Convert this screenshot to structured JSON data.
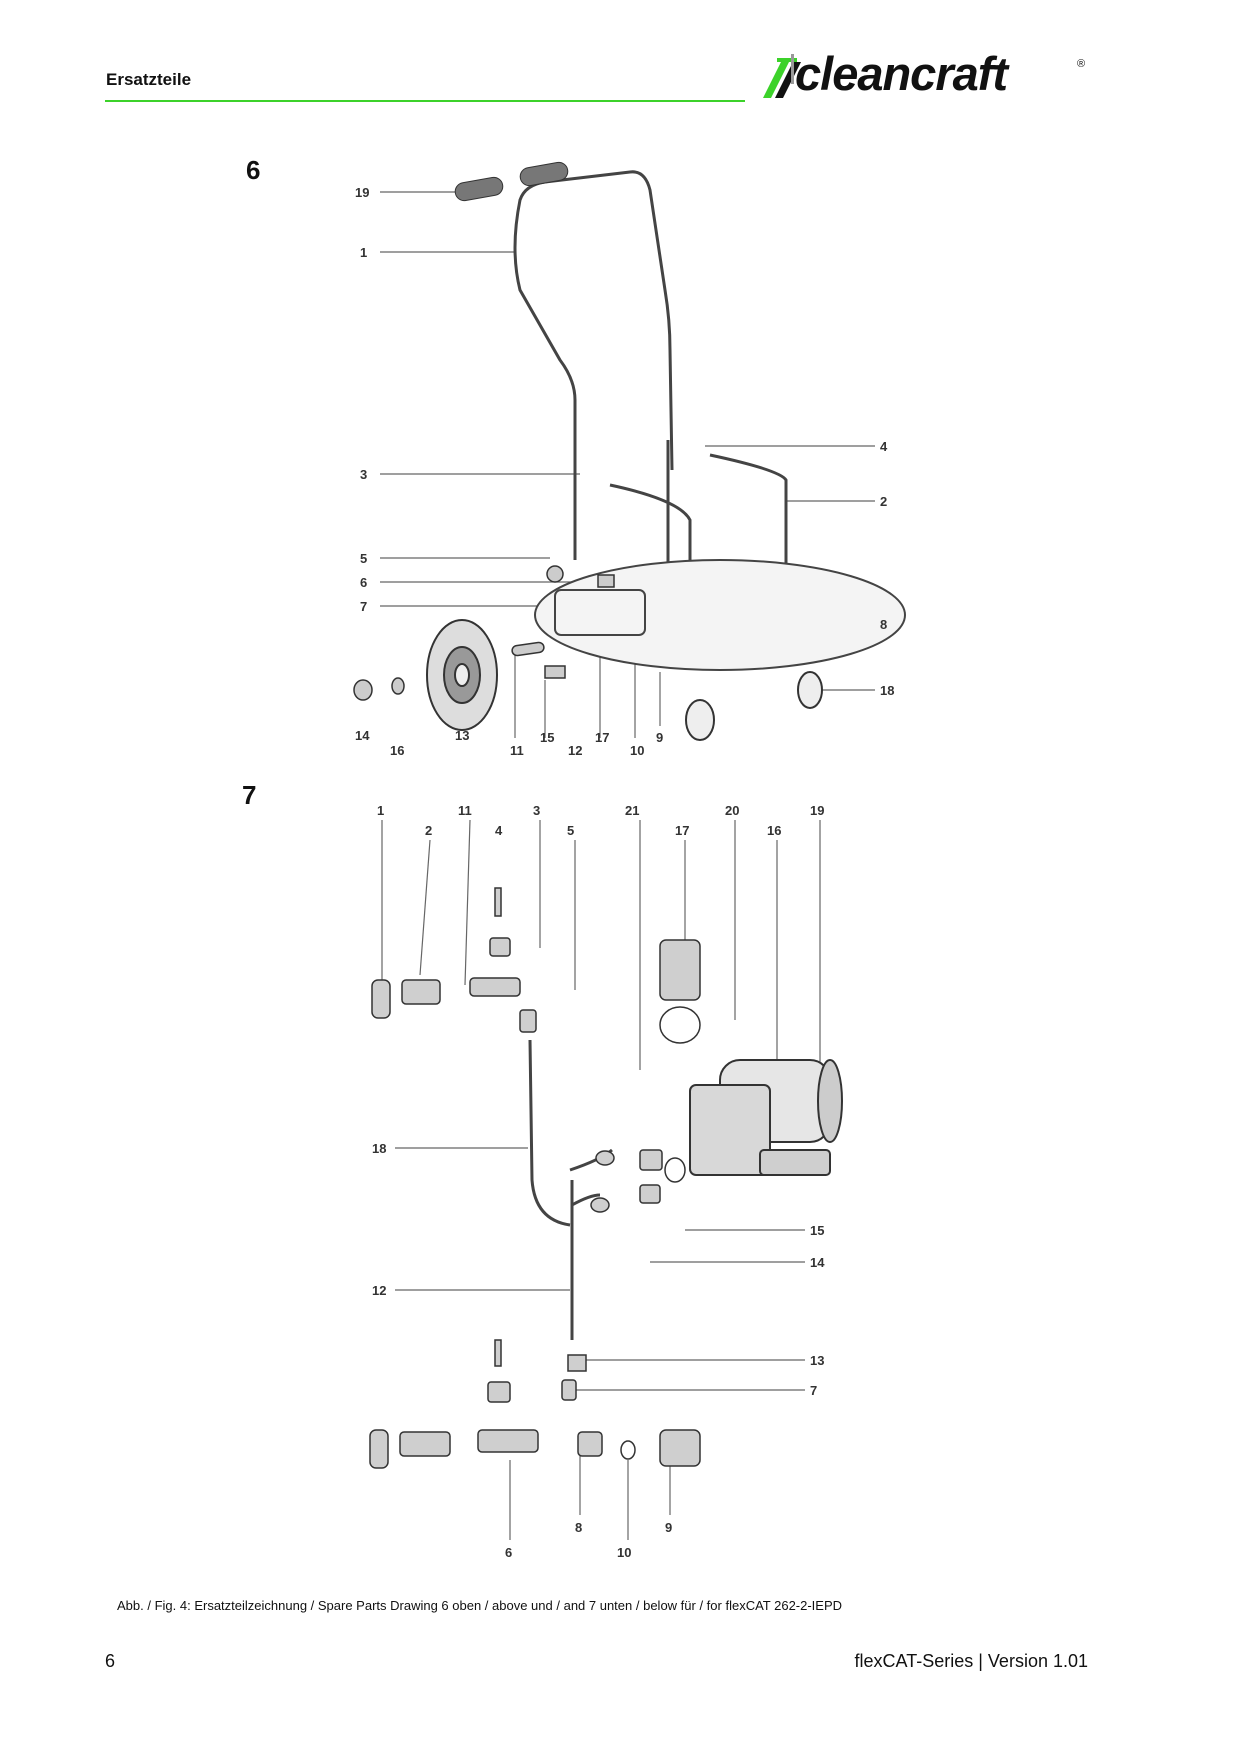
{
  "header": {
    "section_title": "Ersatzteile",
    "logo_text": "cleancraft",
    "logo_mark": "®"
  },
  "colors": {
    "brand_green": "#3cd22a",
    "line": "#555555"
  },
  "figure6": {
    "number": "6",
    "callouts": [
      "19",
      "1",
      "4",
      "3",
      "2",
      "5",
      "6",
      "7",
      "8",
      "18",
      "14",
      "16",
      "13",
      "11",
      "15",
      "12",
      "17",
      "10",
      "9"
    ]
  },
  "figure7": {
    "number": "7",
    "callouts": [
      "1",
      "11",
      "3",
      "21",
      "20",
      "19",
      "2",
      "4",
      "5",
      "17",
      "16",
      "18",
      "15",
      "14",
      "12",
      "13",
      "7",
      "6",
      "8",
      "10",
      "9"
    ]
  },
  "caption": "Abb. / Fig. 4: Ersatzteilzeichnung / Spare Parts Drawing 6 oben / above und / and 7 unten / below für / for flexCAT 262-2-IEPD",
  "footer": {
    "page_number": "6",
    "doc_info": "flexCAT-Series | Version 1.01"
  }
}
